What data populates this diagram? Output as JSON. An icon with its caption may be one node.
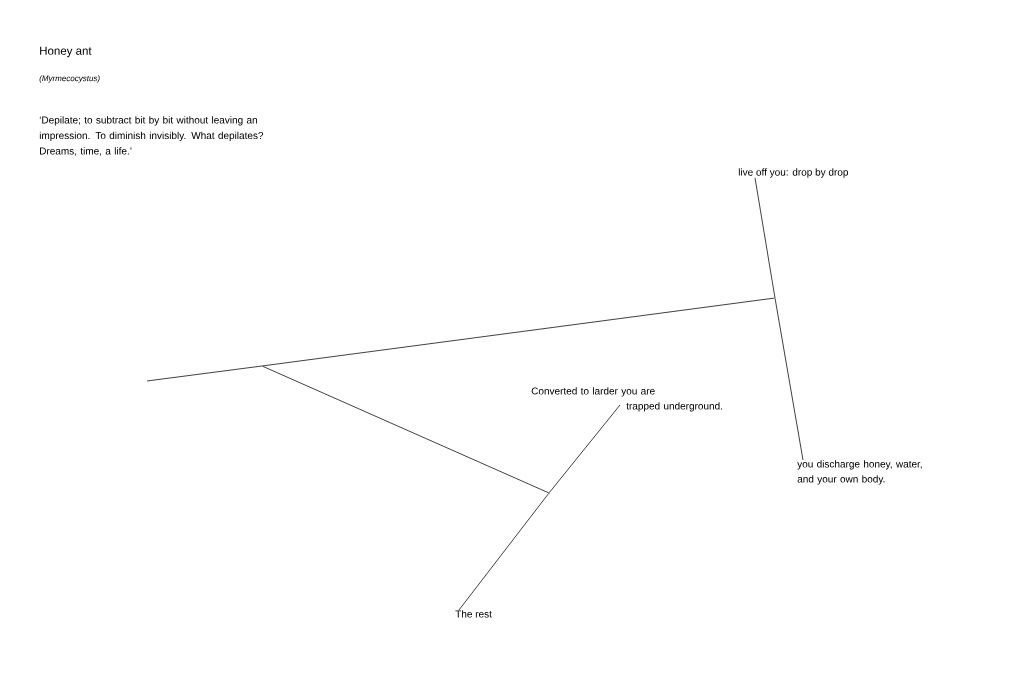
{
  "diagram": {
    "title": "Honey ant",
    "nodes": [
      {
        "text": [
          "live off you: drop by drop"
        ]
      },
      {
        "text": [],
        "shape": "dot"
      },
      {
        "text": [],
        "shape": "dot"
      },
      {
        "text": [
          "Converted to larder you are trapped underground."
        ]
      },
      {
        "text": [],
        "shape": "dot"
      },
      {
        "text": [
          "you discharge honey, water, and your own body."
        ]
      },
      {
        "text": [
          "The rest"
        ]
      }
    ],
    "edges": [
      {
        "from": 1,
        "to": 0,
        "arrow": "none"
      },
      {
        "from": 1,
        "to": 5,
        "arrow": "none"
      },
      {
        "from": 2,
        "to": 1,
        "arrow": "none"
      },
      {
        "from": null,
        "to": 2,
        "arrow": "none"
      },
      {
        "from": 2,
        "to": 4,
        "arrow": "none"
      },
      {
        "from": 4,
        "to": 3,
        "arrow": "none"
      },
      {
        "from": 4,
        "to": 6,
        "arrow": "none"
      }
    ],
    "labels": [
      "(Myrmecocystus)",
      "‘Depilate; to subtract bit by bit without leaving an impression. To diminish invisibly. What depilates? Dreams, time, a life.’"
    ]
  }
}
